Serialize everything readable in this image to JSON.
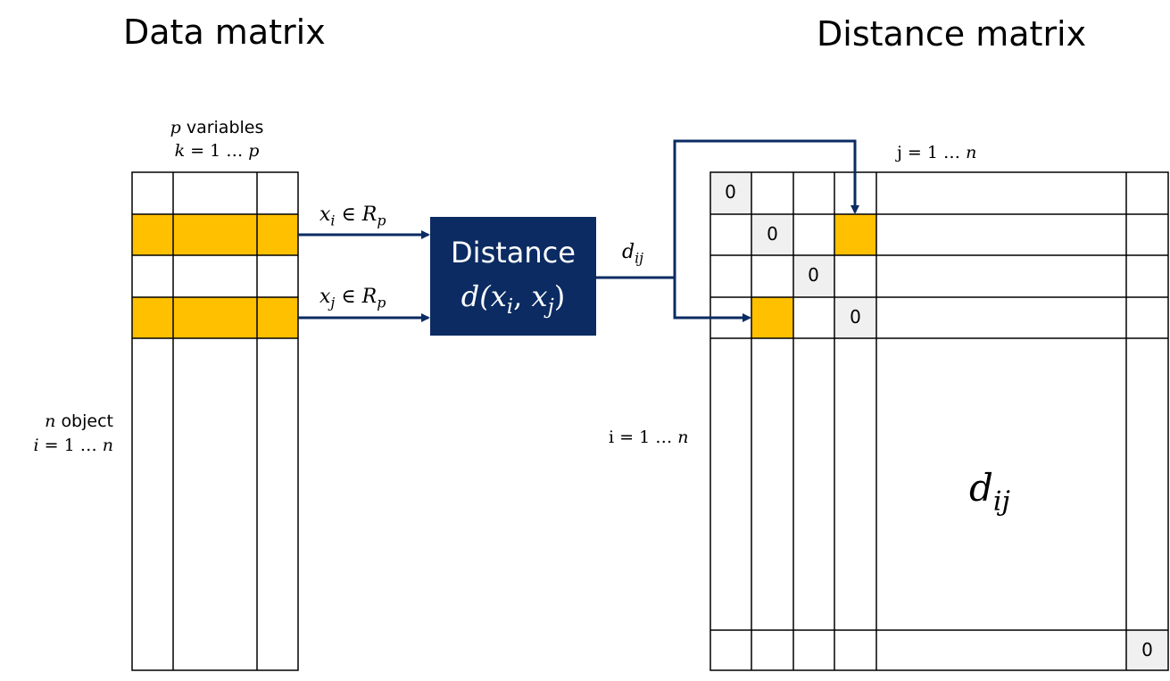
{
  "titles": {
    "data_matrix": "Data matrix",
    "distance_matrix": "Distance matrix"
  },
  "data_matrix": {
    "var_symbol": "p",
    "var_word": "variables",
    "var_index_lhs": "k",
    "var_index_rhs": "= 1 … ",
    "var_index_end": "p",
    "obj_symbol": "n",
    "obj_word": "object",
    "obj_index_lhs": "i",
    "obj_index_rhs": "= 1 … ",
    "obj_index_end": "n"
  },
  "vectors": {
    "xi_base": "x",
    "xi_sub": "i",
    "xj_base": "x",
    "xj_sub": "j",
    "member": " ∈ ",
    "space_base": "R",
    "space_sub": "p"
  },
  "distance_box": {
    "title": "Distance",
    "formula_open": "d(",
    "x1": "x",
    "x1_sub": "i",
    "sep": ", ",
    "x2": "x",
    "x2_sub": "j",
    "formula_close": ")"
  },
  "output": {
    "d_base": "d",
    "d_sub": "ij"
  },
  "distance_matrix": {
    "j_label": "j = 1 … ",
    "j_end": "n",
    "i_label": "i = 1 … ",
    "i_end": "n",
    "diagonal_value": "0",
    "cell_base": "d",
    "cell_sub": "ij"
  },
  "colors": {
    "highlight": "#ffc000",
    "box": "#0b2b62",
    "arrow": "#0b2b62",
    "diagonal_fill": "#f0f0f0",
    "grid": "#000000"
  }
}
